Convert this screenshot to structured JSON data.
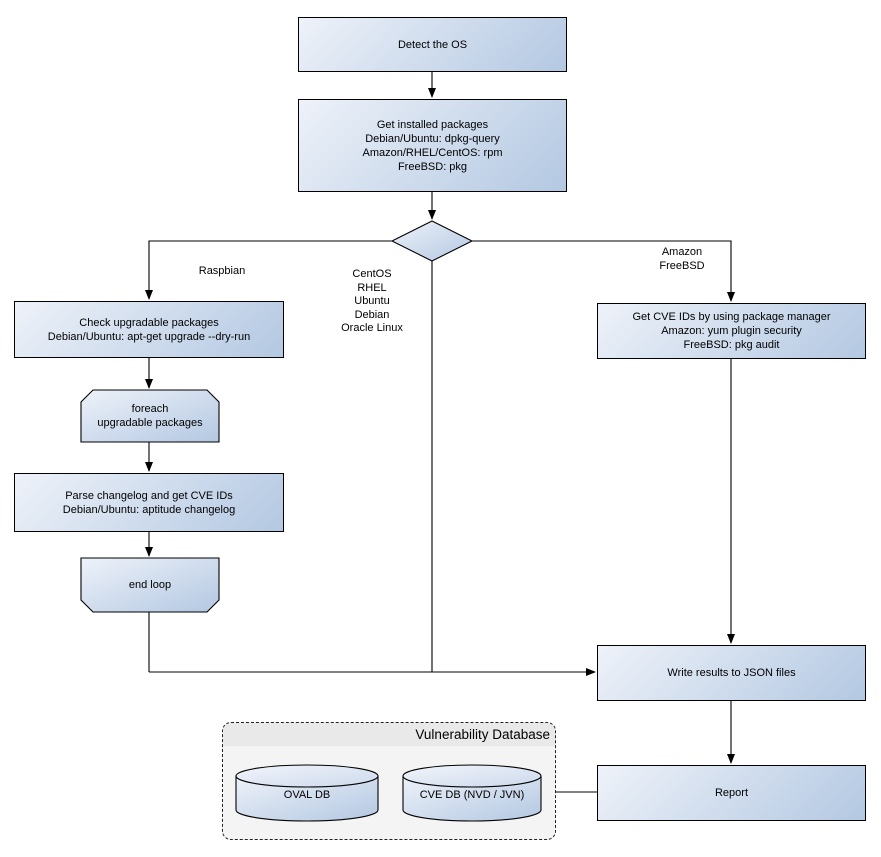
{
  "diagram": {
    "nodes": {
      "detect_os": {
        "lines": [
          "Detect the OS"
        ]
      },
      "get_installed": {
        "lines": [
          "Get installed packages",
          "Debian/Ubuntu: dpkg-query",
          "Amazon/RHEL/CentOS: rpm",
          "FreeBSD: pkg"
        ]
      },
      "check_upgradable": {
        "lines": [
          "Check upgradable packages",
          "Debian/Ubuntu: apt-get upgrade --dry-run"
        ]
      },
      "foreach_loop": {
        "lines": [
          "foreach",
          "upgradable  packages"
        ]
      },
      "parse_changelog": {
        "lines": [
          "Parse changelog and get  CVE IDs",
          "Debian/Ubuntu: aptitude changelog"
        ]
      },
      "end_loop": {
        "lines": [
          "end loop"
        ]
      },
      "get_cve_ids": {
        "lines": [
          "Get CVE IDs by using package manager",
          "Amazon: yum plugin security",
          "FreeBSD: pkg audit"
        ]
      },
      "write_results": {
        "lines": [
          "Write results to JSON files"
        ]
      },
      "report": {
        "lines": [
          "Report"
        ]
      },
      "oval_db": {
        "label": "OVAL DB"
      },
      "cve_db": {
        "label": "CVE DB (NVD / JVN)"
      }
    },
    "branch_labels": {
      "left": {
        "lines": [
          "Raspbian"
        ]
      },
      "middle": {
        "lines": [
          "CentOS",
          "RHEL",
          "Ubuntu",
          "Debian",
          "Oracle Linux"
        ]
      },
      "right": {
        "lines": [
          "Amazon",
          "FreeBSD"
        ]
      }
    },
    "container": {
      "title": "Vulnerability Database"
    },
    "colors": {
      "node_gradient_start": "#eef2f9",
      "node_gradient_end": "#b3c8e2",
      "cylinder_top_start": "#f2f5fb",
      "cylinder_top_end": "#ccd9ec",
      "container_fill": "#f4f4f4",
      "container_band": "#e9e9e9",
      "line_color": "#000000",
      "background": "#ffffff"
    }
  }
}
